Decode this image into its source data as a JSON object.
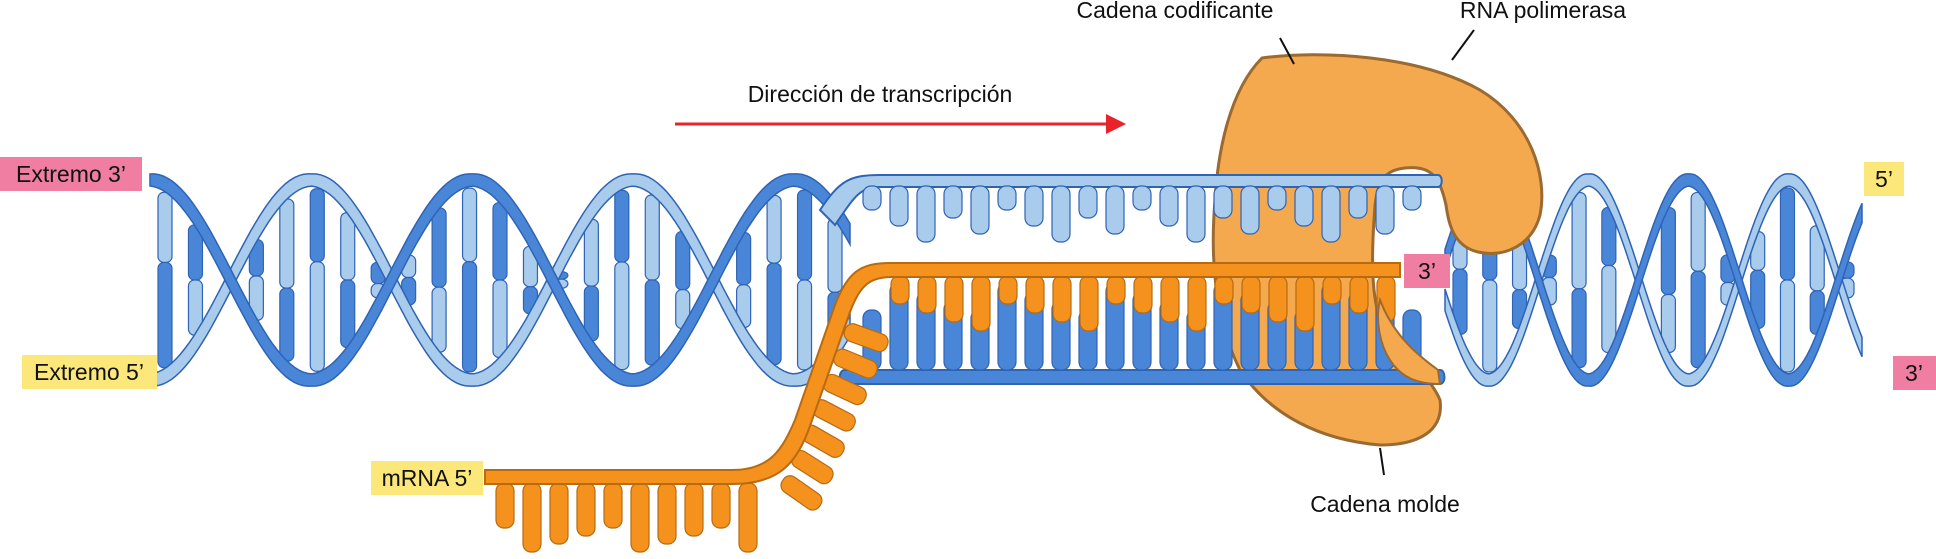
{
  "labels": {
    "direction": "Dirección de transcripción",
    "coding_strand": "Cadena codificante",
    "polymerase": "RNA polimerasa",
    "template_strand": "Cadena molde",
    "end3_left": "Extremo 3’",
    "end5_left": "Extremo 5’",
    "end5_right": "5’",
    "end3_right": "3’",
    "rna_3": "3’",
    "mrna_5": "mRNA 5’"
  },
  "colors": {
    "dna_dark": "#4a86d8",
    "dna_light": "#a9cbec",
    "dna_stroke": "#2f63b4",
    "rna": "#f5921e",
    "rna_stroke": "#b86a10",
    "polymerase": "#f5a94f",
    "polymerase_stroke": "#9a6a30",
    "arrow": "#e8232a",
    "tag_pink": "#f07ea3",
    "tag_yellow": "#fce87a"
  }
}
